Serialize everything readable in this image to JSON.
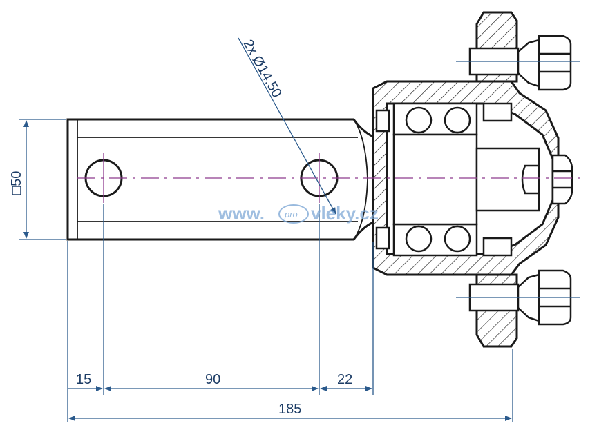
{
  "drawing": {
    "note_holes": "2x Ø14,50",
    "dim_square": "□50",
    "dim_15": "15",
    "dim_90": "90",
    "dim_22": "22",
    "dim_185": "185"
  },
  "watermark": {
    "left": "www.",
    "badge": "pro",
    "right": "vleky.cz"
  },
  "colors": {
    "outline": "#1a1a1a",
    "dimension": "#2b5a8c",
    "centerline": "#8e3a8e",
    "watermark": "#7fa9d6"
  }
}
